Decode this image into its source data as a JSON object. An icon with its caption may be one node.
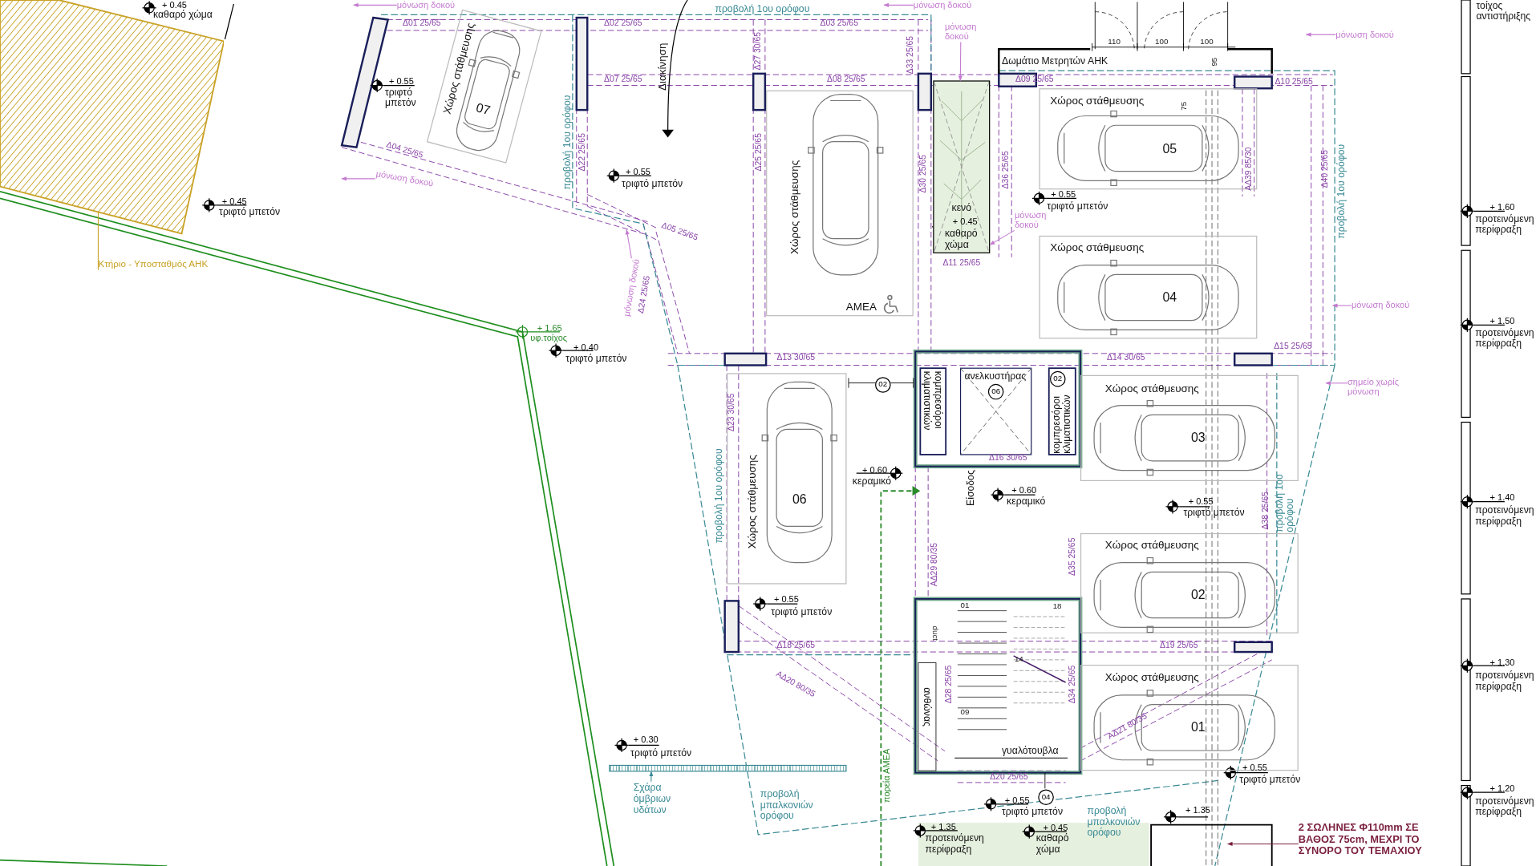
{
  "diagram": {
    "nodes": [
      {
        "text": [
          "Κτήριο - Υποσταθμός ΑΗΚ"
        ]
      },
      {
        "text": [],
        "shape": "box"
      },
      {
        "text": [
          "Χώρος στάθμευσης",
          "07"
        ]
      },
      {
        "text": [
          "Χώρος στάθμευσης",
          "ΑΜΕΑ"
        ]
      },
      {
        "text": [
          "Χώρος στάθμευσης",
          "05"
        ]
      },
      {
        "text": [
          "Χώρος στάθμευσης",
          "04"
        ]
      },
      {
        "text": [
          "Χώρος στάθμευσης",
          "03"
        ]
      },
      {
        "text": [
          "Χώρος στάθμευσης",
          "06"
        ]
      },
      {
        "text": [
          "Χώρος στάθμευσης",
          "02"
        ]
      },
      {
        "text": [
          "Χώρος στάθμευσης",
          "01"
        ]
      },
      {
        "text": [
          "Σχάρα όμβριων υδάτων"
        ]
      },
      {
        "text": [],
        "shape": "bar"
      },
      {
        "text": [
          "2 ΣΩΛΗΝΕΣ Φ110mm ΣΕ ΒΑΘΟΣ 75cm, ΜΕΧΡΙ ΤΟ ΣΥΝΟΡΟ ΤΟΥ ΤΕΜΑΧΙΟΥ"
        ]
      },
      {
        "text": [
          "μόνωση δοκού"
        ]
      },
      {
        "text": [
          "μόνωση δοκού"
        ]
      },
      {
        "text": [
          "μόνωση δοκού"
        ]
      },
      {
        "text": [
          "μόνωση δοκού"
        ]
      },
      {
        "text": [
          "μόνωση δοκού"
        ]
      },
      {
        "text": [
          "μόνωση δοκού"
        ]
      },
      {
        "text": [
          "μόνωση δοκού"
        ]
      },
      {
        "text": [
          "μόνωση δοκού"
        ]
      },
      {
        "text": [
          "σημείο χωρίς μόνωση"
        ]
      },
      {
        "text": [],
        "shape": "picture"
      }
    ],
    "edges": [
      {
        "from": 0,
        "to": 1,
        "arrow": "none",
        "color": "#c9a227"
      },
      {
        "from": 10,
        "to": 11,
        "arrow": "to",
        "color": "#3a8a95"
      },
      {
        "from": 12,
        "to": null,
        "arrow": "to",
        "color": "#7a1f3d"
      },
      {
        "from": 13,
        "to": null,
        "arrow": "to"
      },
      {
        "from": 14,
        "to": null,
        "arrow": "to"
      },
      {
        "from": 15,
        "to": null,
        "arrow": "to"
      },
      {
        "from": 16,
        "to": null,
        "arrow": "to"
      },
      {
        "from": 17,
        "to": 22,
        "arrow": "to"
      },
      {
        "from": 18,
        "to": 22,
        "arrow": "to"
      },
      {
        "from": 19,
        "to": null,
        "arrow": "to"
      },
      {
        "from": 20,
        "to": null,
        "arrow": "to"
      },
      {
        "from": 21,
        "to": null,
        "arrow": "to"
      }
    ],
    "labels": [
      "καθαρό χώμα",
      "+ 0.45",
      "προβολή 1ου ορόφου",
      "τοίχος αντιστήριξης",
      "Δ01 25/65",
      "Δ02 25/65",
      "Δ03 25/65",
      "110",
      "100",
      "100",
      "Διακίνηση",
      "Δ27 30/65",
      "Δ33 25/65",
      "Δωμάτιο Μετρητών ΑΗΚ",
      "95",
      "+ 0.55",
      "Δ07 25/65",
      "Δ08 25/65",
      "Δ09 25/65",
      "Δ10 25/65",
      "τριφτό μπετόν",
      "75",
      "Δ04 25/65",
      "προβολή 1ου ορόφου",
      "Δ22 25/65",
      "Δ25 25/65",
      "+ 0.55",
      "Δ30 25/65",
      "Δ36 25/65",
      "ΑΔ39 85/30",
      "Δ40 25/65",
      "τριφτό μπετόν",
      "+ 0.55",
      "προβολή 1ου ορόφου",
      "τριφτό μπετόν",
      "+ 0.45",
      "κενό",
      "τριφτό μπετόν",
      "+ 1.60",
      "Δ05 25/65",
      "+ 0.45",
      "προτεινόμενη περίφραξη",
      "καθαρό χώμα",
      "Δ11 25/65",
      "Δ24 25/65",
      "+ 1.65",
      "+ 1.50",
      "υφ.τοίχος",
      "προτεινόμενη περίφραξη",
      "+ 0.40",
      "Δ15 25/65",
      "τριφτό μπετόν",
      "Δ13 30/65",
      "Δ14 30/65",
      "02",
      "ανελκυστήρας",
      "06",
      "02",
      "Δ23 30/65",
      "κομπρεσόροι κλιματιστικών",
      "κομπρεσόροι κλιματιστικών",
      "Δ16 30/65",
      "+ 0.60",
      "κεραμικό",
      "προβολή 1ου ορόφου",
      "Είσοδος",
      "κεραμικό",
      "+ 0.60",
      "τριφτό μπετόν",
      "+ 0.55",
      "Δ38 25/65",
      "προβολή 1ου ορόφου",
      "προτεινόμενη περίφραξη",
      "+ 1.40",
      "ΑΔ29 80/35",
      "Δ35 25/65",
      "τριφτό μπετόν",
      "+ 0.55",
      "01",
      "18",
      "duct",
      "Δ18 25/65",
      "Δ19 25/65",
      "14",
      "+ 1.30",
      "ΑΔ20 80/35",
      "Δ28 25/65",
      "Δ34 25/65",
      "προτεινόμενη περίφραξη",
      "ανθώνας",
      "09",
      "ΑΔ21 80/35",
      "τριφτό μπετόν",
      "+ 0.30",
      "γυαλότουβλα",
      "πορεία ΑΜΕΑ",
      "Δ20 25/65",
      "τριφτό μπετόν",
      "+ 0.55",
      "προβολή μπαλκονιών ορόφου",
      "τριφτό μπετόν",
      "+ 0.55",
      "04",
      "+ 1.35",
      "προτεινόμενη περίφραξη",
      "+ 1.20",
      "+ 1.35",
      "+ 0.45",
      "προβολή μπαλκονιών ορόφου",
      "προτεινόμενη περίφραξη",
      "καθαρό χώμα"
    ]
  }
}
